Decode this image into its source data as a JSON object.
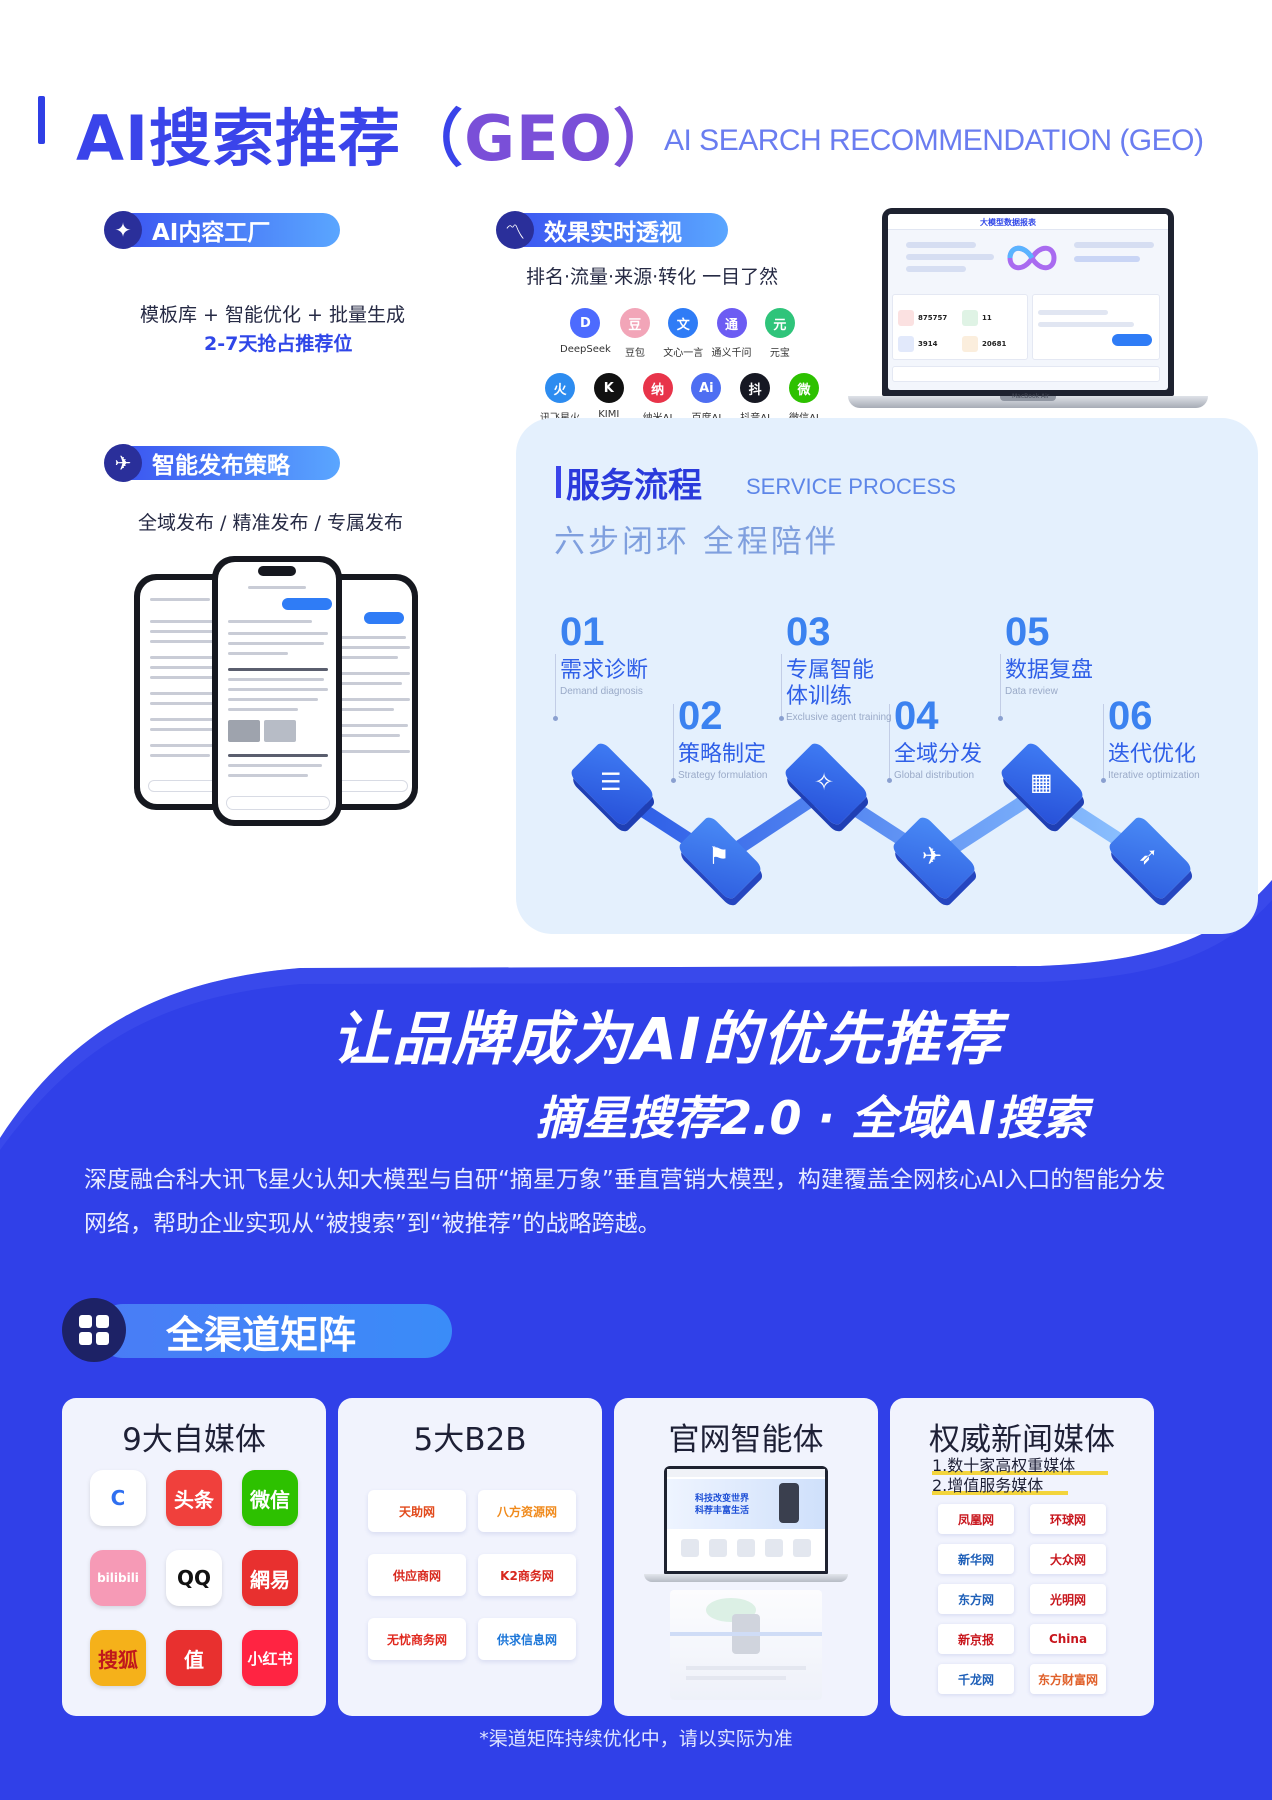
{
  "header": {
    "title_cn": "AI搜索推荐（",
    "title_geo": "GEO",
    "title_close": "）",
    "title_en": "AI SEARCH RECOMMENDATION (GEO)"
  },
  "content_factory": {
    "title": "AI内容工厂",
    "features": "模板库  +  智能优化  +  批量生成",
    "highlight": "2-7天抢占推荐位"
  },
  "insight": {
    "title": "效果实时透视",
    "subtitle": "排名·流量·来源·转化 一目了然",
    "platforms": [
      {
        "name": "DeepSeek",
        "glyph": "D",
        "color": "#4d6bfe"
      },
      {
        "name": "豆包",
        "glyph": "豆",
        "color": "#f2a5b8"
      },
      {
        "name": "文心一言",
        "glyph": "文",
        "color": "#2f7cf6"
      },
      {
        "name": "通义千问",
        "glyph": "通",
        "color": "#6c5cf3"
      },
      {
        "name": "元宝",
        "glyph": "元",
        "color": "#2fc47a"
      },
      {
        "name": "讯飞星火",
        "glyph": "火",
        "color": "#2d8cf0"
      },
      {
        "name": "KIMI",
        "glyph": "K",
        "color": "#111111"
      },
      {
        "name": "纳米AI",
        "glyph": "纳",
        "color": "#e8344a"
      },
      {
        "name": "百度AI",
        "glyph": "Ai",
        "color": "#4e6ef2"
      },
      {
        "name": "抖音AI",
        "glyph": "抖",
        "color": "#161823"
      },
      {
        "name": "微信AI",
        "glyph": "微",
        "color": "#2dc100"
      }
    ]
  },
  "dashboard": {
    "title": "大模型数据报表",
    "stats": [
      "875757",
      "11",
      "3914",
      "20681"
    ],
    "brand": "MacBook Air"
  },
  "publish": {
    "title": "智能发布策略",
    "modes": "全域发布 /   精准发布 /   专属发布"
  },
  "service": {
    "title": "服务流程",
    "title_en": "SERVICE PROCESS",
    "subtitle": "六步闭环 全程陪伴",
    "steps": [
      {
        "num": "01",
        "cn": "需求诊断",
        "en": "Demand diagnosis"
      },
      {
        "num": "02",
        "cn": "策略制定",
        "en": "Strategy formulation"
      },
      {
        "num": "03",
        "cn": "专属智能",
        "cn2": "体训练",
        "en": "Exclusive agent training"
      },
      {
        "num": "04",
        "cn": "全域分发",
        "en": "Global distribution"
      },
      {
        "num": "05",
        "cn": "数据复盘",
        "en": "Data review"
      },
      {
        "num": "06",
        "cn": "迭代优化",
        "en": "Iterative optimization"
      }
    ]
  },
  "brand": {
    "slogan": "让品牌成为AI的优先推荐",
    "slogan2": "摘星搜荐2.0 · 全域AI搜索",
    "intro": "深度融合科大讯飞星火认知大模型与自研“摘星万象”垂直营销大模型，构建覆盖全网核心AI入口的智能分发网络，帮助企业实现从“被搜索”到“被推荐”的战略跨越。"
  },
  "channels": {
    "title": "全渠道矩阵",
    "cards": [
      {
        "title": "9大自媒体"
      },
      {
        "title": "5大B2B"
      },
      {
        "title": "官网智能体"
      },
      {
        "title": "权威新闻媒体",
        "notes": [
          "1.数十家高权重媒体",
          "2.增值服务媒体"
        ]
      }
    ],
    "media_apps": [
      {
        "label": "C",
        "color": "#ffffff",
        "fg": "#2f6ff0"
      },
      {
        "label": "头条",
        "color": "#f0403c",
        "fg": "#ffffff"
      },
      {
        "label": "微信",
        "color": "#2dc100",
        "fg": "#ffffff"
      },
      {
        "label": "bilibili",
        "color": "#f69ab6",
        "fg": "#ffffff"
      },
      {
        "label": "QQ",
        "color": "#ffffff",
        "fg": "#111111"
      },
      {
        "label": "網易",
        "color": "#e8302f",
        "fg": "#ffffff"
      },
      {
        "label": "搜狐",
        "color": "#f5b11a",
        "fg": "#c0181c"
      },
      {
        "label": "值",
        "color": "#e8302f",
        "fg": "#ffffff"
      },
      {
        "label": "小红书",
        "color": "#ff2442",
        "fg": "#ffffff"
      }
    ],
    "b2b_sites": [
      {
        "label": "天助网",
        "color": "#e24a1c"
      },
      {
        "label": "八方资源网",
        "color": "#f08a1c"
      },
      {
        "label": "供应商网",
        "color": "#d8281e"
      },
      {
        "label": "K2商务网",
        "color": "#d8281e"
      },
      {
        "label": "无忧商务网",
        "color": "#e0281e"
      },
      {
        "label": "供求信息网",
        "color": "#1c76d8"
      }
    ],
    "website": {
      "slogan": "科技改变世界",
      "slogan2": "科荐丰富生活"
    },
    "news_sites": [
      {
        "label": "凤凰网",
        "color": "#c8161d"
      },
      {
        "label": "环球网",
        "color": "#c8161d"
      },
      {
        "label": "新华网",
        "color": "#1e5fb8"
      },
      {
        "label": "大众网",
        "color": "#c8161d"
      },
      {
        "label": "东方网",
        "color": "#1e5fb8"
      },
      {
        "label": "光明网",
        "color": "#c8161d"
      },
      {
        "label": "新京报",
        "color": "#c8161d"
      },
      {
        "label": "China",
        "color": "#c8161d"
      },
      {
        "label": "千龙网",
        "color": "#1e5fb8"
      },
      {
        "label": "东方财富网",
        "color": "#e0602a"
      }
    ],
    "footnote": "*渠道矩阵持续优化中，请以实际为准"
  }
}
